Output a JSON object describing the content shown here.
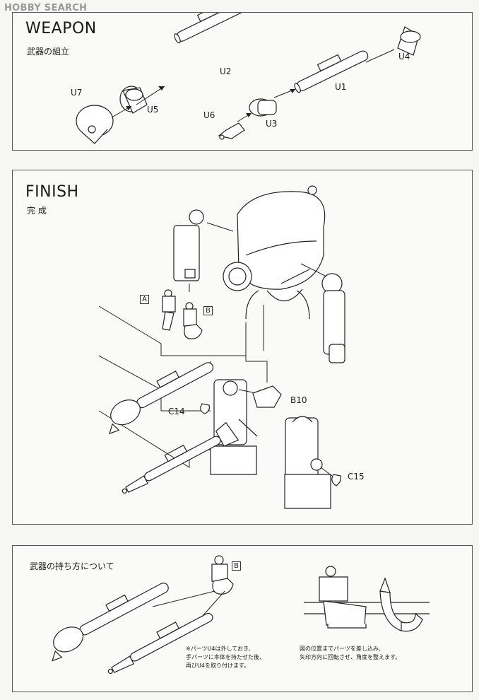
{
  "watermark": "HOBBY SEARCH",
  "weapon": {
    "title": "WEAPON",
    "subtitle": "武器の組立",
    "labels": {
      "u1": "U1",
      "u2": "U2",
      "u3": "U3",
      "u4": "U4",
      "u5": "U5",
      "u6": "U6",
      "u7": "U7"
    }
  },
  "finish": {
    "title": "FINISH",
    "subtitle": "完 成",
    "labels": {
      "a": "A",
      "b": "B",
      "b10": "B10",
      "c14": "C14",
      "c15": "C15"
    }
  },
  "hold": {
    "title": "武器の持ち方について",
    "label_b": "B",
    "note_left": "※パーツU4は外しておき、\n手パーツに本体を持たせた後、\n再びU4を取り付けます。",
    "note_right": "図の位置までパーツを差し込み、\n矢印方向に回転させ、角度を整えます。"
  }
}
